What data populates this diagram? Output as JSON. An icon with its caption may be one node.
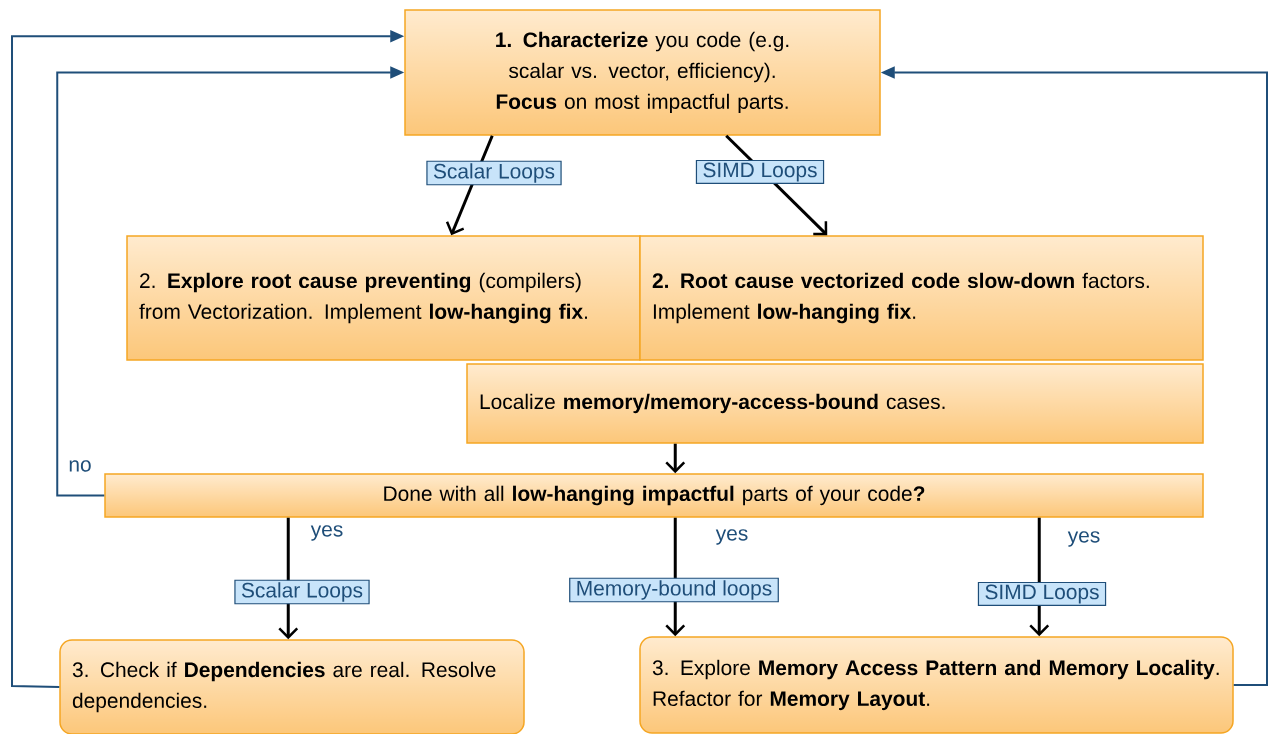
{
  "diagram": {
    "nodes": [
      {
        "text": [
          "**1.   Characterize** you code (e.g. scalar vs. vector, efficiency). **Focus** on most impactful parts."
        ]
      },
      {
        "text": [
          "2. **Explore root cause preventing** (compilers) from Vectorization. Implement **low-hanging fix**."
        ]
      },
      {
        "text": [
          "**2. Root cause vectorized code slow-down** factors. Implement **low-hanging fix**."
        ]
      },
      {
        "text": [
          "Localize **memory/memory-access-bound** cases."
        ]
      },
      {
        "text": [
          "Done with all **low-hanging impactful** parts of your code**?**"
        ]
      },
      {
        "text": [
          "3. Check if **Dependencies** are real. Resolve dependencies."
        ]
      },
      {
        "text": [
          "3. Explore **Memory Access Pattern and Memory Locality**. Refactor for **Memory Layout**."
        ]
      }
    ],
    "edges": [
      {
        "from": 0,
        "to": 1,
        "arrow": "to",
        "label": "Scalar Loops"
      },
      {
        "from": 0,
        "to": 2,
        "arrow": "to",
        "label": "SIMD Loops"
      },
      {
        "from": 3,
        "to": 4,
        "arrow": "to"
      },
      {
        "from": 4,
        "to": 0,
        "arrow": "to",
        "label": "no",
        "color": "#1f4e79"
      },
      {
        "from": 4,
        "to": 5,
        "arrow": "to",
        "label": "Scalar Loops"
      },
      {
        "from": 4,
        "to": 6,
        "arrow": "to",
        "label": "Memory-bound loops"
      },
      {
        "from": 4,
        "to": 6,
        "arrow": "to",
        "label": "SIMD Loops"
      },
      {
        "from": 5,
        "to": 0,
        "arrow": "to",
        "color": "#1f4e79"
      },
      {
        "from": 6,
        "to": 0,
        "arrow": "to",
        "color": "#1f4e79"
      }
    ],
    "labels": [
      "yes",
      "yes",
      "yes"
    ]
  }
}
